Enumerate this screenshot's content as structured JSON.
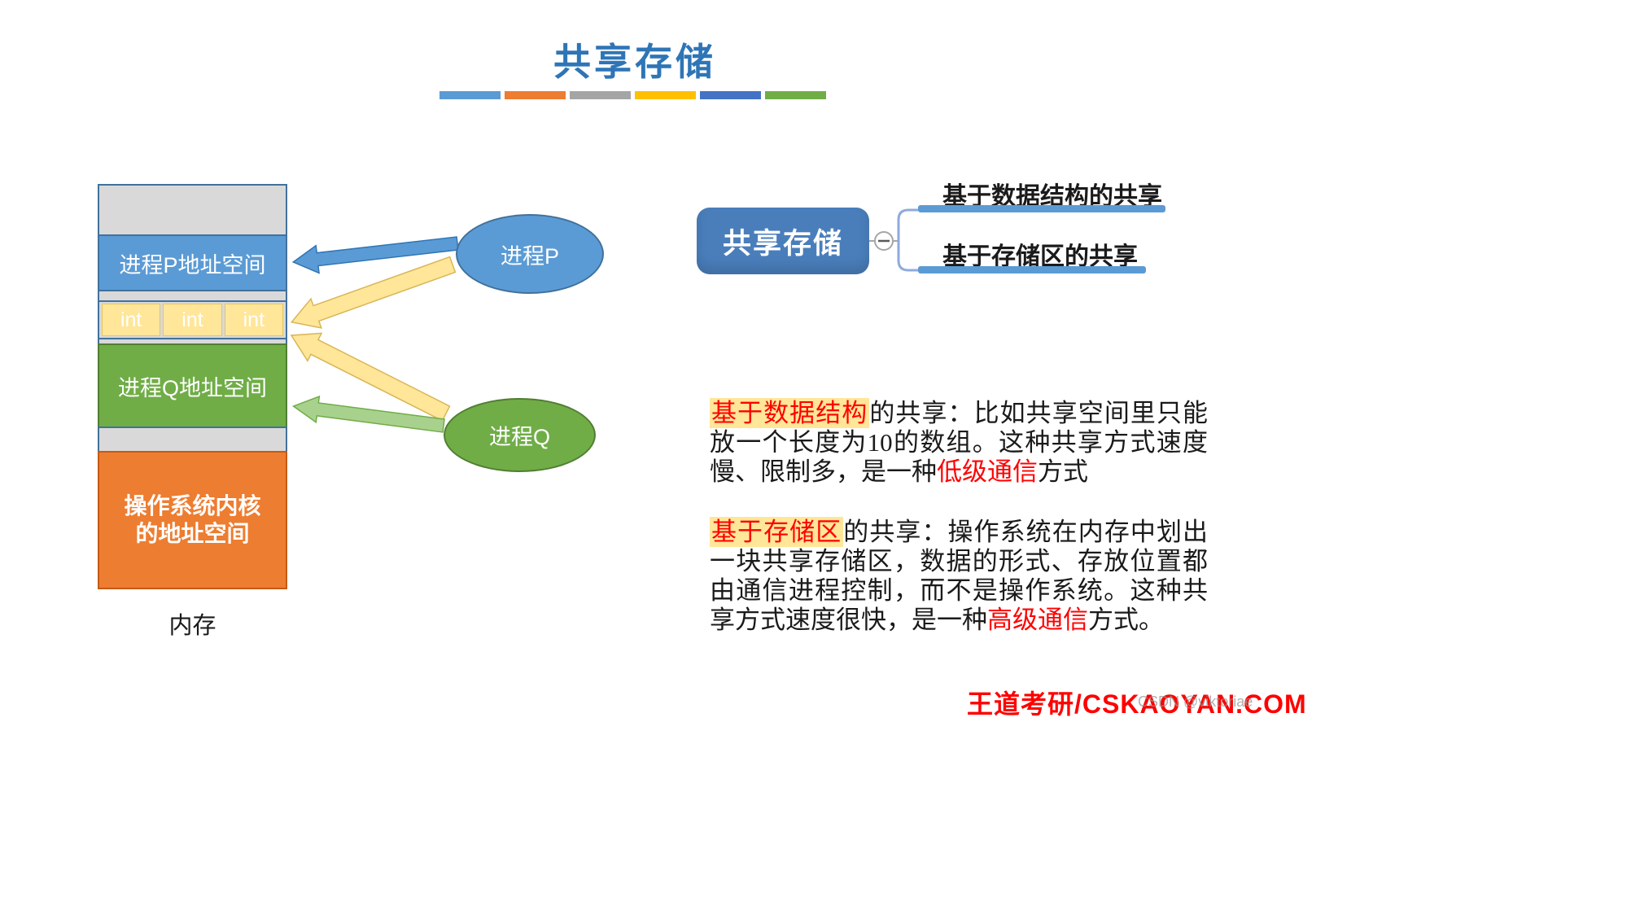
{
  "title": "共享存储",
  "accent_bars": {
    "colors": [
      "#5B9BD5",
      "#ED7D31",
      "#A5A5A5",
      "#FFC000",
      "#4472C4",
      "#70AD47"
    ]
  },
  "memory": {
    "caption": "内存",
    "process_p_label": "进程P地址空间",
    "int_cells": [
      "int",
      "int",
      "int"
    ],
    "process_q_label": "进程Q地址空间",
    "kernel_label_line1": "操作系统内核",
    "kernel_label_line2": "的地址空间"
  },
  "processes": {
    "p_label": "进程P",
    "q_label": "进程Q"
  },
  "mindmap": {
    "root_label": "共享存储",
    "branch1": "基于数据结构的共享",
    "branch2": "基于存储区的共享"
  },
  "notes": {
    "para1": {
      "term": "基于数据结构",
      "body": "的共享：比如共享空间里只能放一个长度为10的数组。这种共享方式速度慢、限制多，是一种",
      "emphasis": "低级通信",
      "tail": "方式"
    },
    "para2": {
      "term": "基于存储区",
      "body": "的共享：操作系统在内存中划出一块共享存储区，数据的形式、存放位置都由通信进程控制，而不是操作系统。这种共享方式速度很快，是一种",
      "emphasis": "高级通信",
      "tail": "方式。"
    }
  },
  "footer": {
    "brand": "王道考研/CSKAOYAN.COM",
    "watermark": "CSDN @viktoriae"
  },
  "colors": {
    "title_blue": "#2E75B6",
    "block_blue": "#5B9BD5",
    "block_green": "#70AD47",
    "block_orange": "#ED7D31",
    "block_gray": "#D9D9D9",
    "int_yellow": "#FFE699",
    "mindmap_root": "#4A7EBB",
    "branch_underline": "#5B9BD5",
    "highlight_yellow": "#FFE699",
    "red": "#FF0000"
  }
}
